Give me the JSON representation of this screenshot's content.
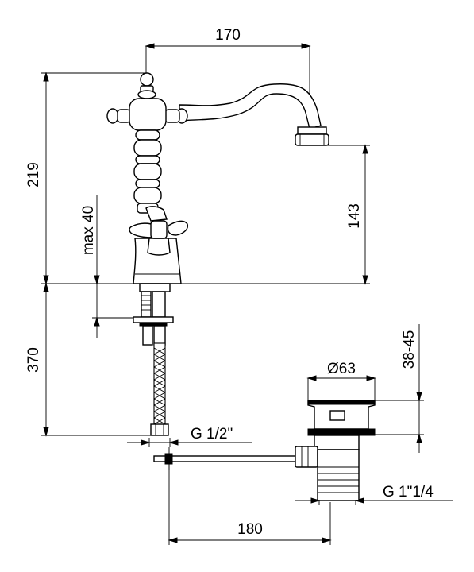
{
  "dimensions": {
    "spout_reach": "170",
    "total_height": "219",
    "spout_height": "143",
    "deck_thickness_max": "max 40",
    "hose_length": "370",
    "waste_diameter": "Ø63",
    "waste_flange_height": "38-45",
    "supply_thread": "G 1/2\"",
    "waste_thread": "G 1\"1/4",
    "rod_length": "180"
  }
}
